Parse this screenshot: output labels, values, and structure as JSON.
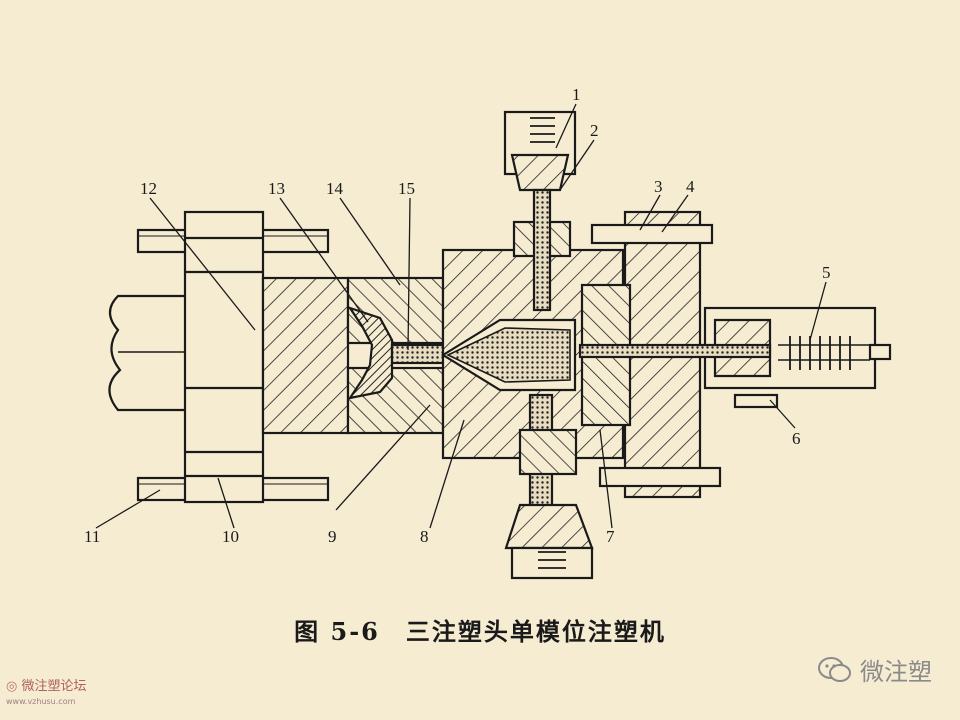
{
  "caption": "图 5-6　三注塑头单模位注塑机",
  "labels": {
    "l1": "1",
    "l2": "2",
    "l3": "3",
    "l4": "4",
    "l5": "5",
    "l6": "6",
    "l7": "7",
    "l8": "8",
    "l9": "9",
    "l10": "10",
    "l11": "11",
    "l12": "12",
    "l13": "13",
    "l14": "14",
    "l15": "15"
  },
  "watermark_right": "微注塑",
  "watermark_left": "微注塑论坛",
  "watermark_left_url": "www.vzhusu.com",
  "colors": {
    "background": "#f5ecd2",
    "ink": "#1a1a1a",
    "watermark": "#8a8a8a"
  },
  "icons": {
    "wechat": "wechat-icon",
    "forum_logo": "forum-logo-icon"
  }
}
